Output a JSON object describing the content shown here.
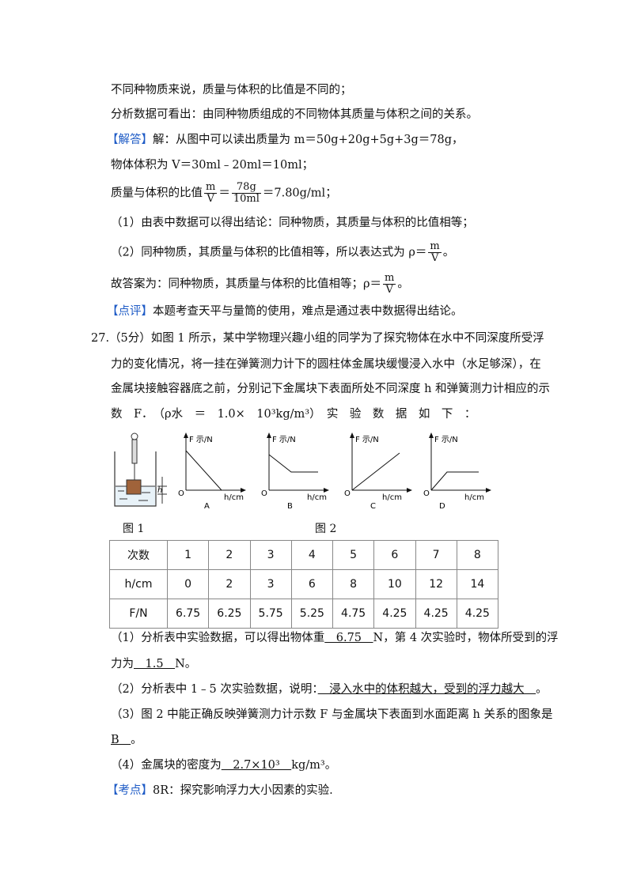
{
  "lines": {
    "l1": "不同种物质来说，质量与体积的比值是不同的；",
    "l2": "分析数据可看出：由同种物质组成的不同物体其质量与体积之间的关系。",
    "l3_tag": "【解答】",
    "l3": "解：从图中可以读出质量为 m＝50g+20g+5g+3g＝78g，",
    "l4": "物体体积为 V＝30ml﹣20ml＝10ml；",
    "l5_pre": "质量与体积的比值",
    "l5_f1n": "m",
    "l5_f1d": "V",
    "l5_f2n": "78g",
    "l5_f2d": "10ml",
    "l5_post": "＝7.80g/ml；",
    "l6": "（1）由表中数据可以得出结论：同种物质，其质量与体积的比值相等；",
    "l7_pre": "（2）同种物质，其质量与体积的比值相等，所以表达式为 ρ＝",
    "l7_fn": "m",
    "l7_fd": "V",
    "l7_post": "。",
    "l8_pre": "故答案为：同种物质，其质量与体积的比值相等；ρ＝",
    "l8_fn": "m",
    "l8_fd": "V",
    "l8_post": "。",
    "l9_tag": "【点评】",
    "l9": "本题考查天平与量筒的使用，难点是通过表中数据得出结论。",
    "q27_a": "27.（5分）如图 1 所示，某中学物理兴趣小组的同学为了探究物体在水中不同深度所受浮",
    "q27_b": "力的变化情况，将一挂在弹簧测力计下的圆柱体金属块缓慢浸入水中（水足够深），在",
    "q27_c": "金属块接触容器底之前，分别记下金属块下表面所处不同深度 h 和弹簧测力计相应的示",
    "q27_d": "数　F．　（ρ水　＝　1.0×　10³kg/m³）　实　验　数　据　如　下　："
  },
  "figures": {
    "fig1_caption": "图 1",
    "fig2_caption": "图 2",
    "graph_ylabel": "F 示/N",
    "graph_xlabel": "h/cm",
    "origin": "O",
    "h_label": "h",
    "graphs": [
      "A",
      "B",
      "C",
      "D"
    ]
  },
  "table": {
    "rows": [
      {
        "head": "次数",
        "cells": [
          "1",
          "2",
          "3",
          "4",
          "5",
          "6",
          "7",
          "8"
        ]
      },
      {
        "head": "h/cm",
        "cells": [
          "0",
          "2",
          "3",
          "6",
          "8",
          "10",
          "12",
          "14"
        ]
      },
      {
        "head": "F/N",
        "cells": [
          "6.75",
          "6.25",
          "5.75",
          "5.25",
          "4.75",
          "4.25",
          "4.25",
          "4.25"
        ]
      }
    ]
  },
  "answers": {
    "a1_pre": "（1）分析表中实验数据，可以得出物体重",
    "a1_blank": "　6.75　",
    "a1_mid": "N，第 4 次实验时，物体所受到的浮",
    "a1b_pre": "力为",
    "a1b_blank": "　1.5　",
    "a1b_post": "N。",
    "a2_pre": "（2）分析表中 1﹣5 次实验数据，说明：",
    "a2_blank": "　浸入水中的体积越大，受到的浮力越大　",
    "a2_post": "。",
    "a3": "（3）图 2 中能正确反映弹簧测力计示数 F 与金属块下表面到水面距离 h 关系的图象是",
    "a3b_blank": "B　",
    "a3b_post": "。",
    "a4_pre": "（4）金属块的密度为",
    "a4_blank": "　2.7×10³　",
    "a4_post": "kg/m³。",
    "kd_tag": "【考点】",
    "kd": "8R：探究影响浮力大小因素的实验."
  }
}
